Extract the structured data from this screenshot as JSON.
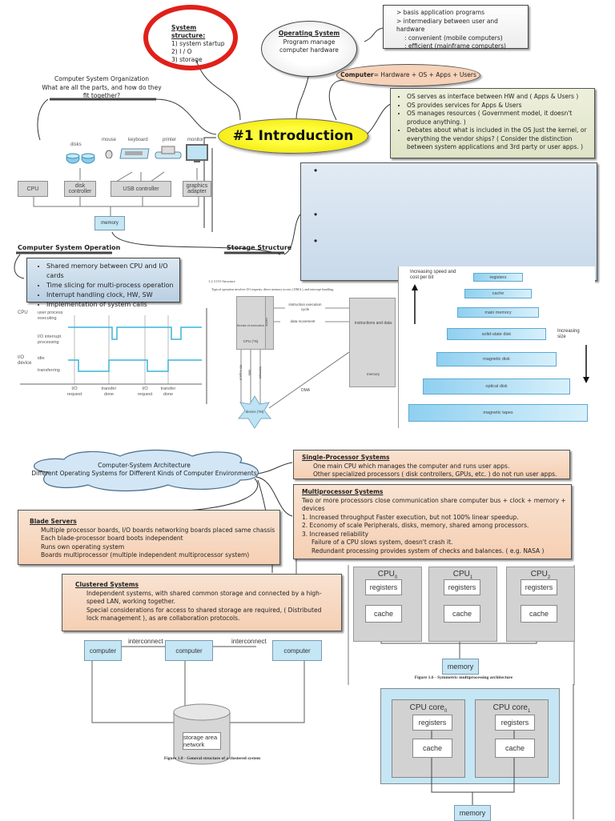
{
  "title_node": {
    "label": "#1 Introduction"
  },
  "system_structure": {
    "title": "System structure:",
    "items": [
      "1) system startup",
      "2) I / O",
      "3) storage"
    ],
    "highlight_color": "#e0201a"
  },
  "operating_system": {
    "title": "Operating System",
    "text": "Program manage computer hardware"
  },
  "os_details": {
    "lines": [
      "> basis application programs",
      "> intermediary between user and hardware",
      ": convenient (mobile computers)",
      ": efficient (mainframe computers)"
    ]
  },
  "computer_formula": {
    "bold": "Computer",
    "rest": " = Hardware + OS + Apps + Users"
  },
  "os_bullets": [
    "OS serves as interface between HW and ( Apps & Users )",
    "OS provides services for Apps & Users",
    "OS manages resources ( Government model, it doesn't produce anything. )",
    "Debates about what is included in the OS Just the kernel, or everything the vendor ships? ( Consider the distinction between system applications and 3rd party or user apps. )"
  ],
  "storage_bullets": [
    "",
    "",
    ""
  ],
  "organization": {
    "title": "Computer System Organization",
    "subtitle": "What are all the parts, and how do they fit together?",
    "devices": [
      "disks",
      "mouse",
      "keyboard",
      "printer",
      "monitor"
    ],
    "controllers": [
      "CPU",
      "disk controller",
      "USB controller",
      "graphics adapter"
    ],
    "memory": "memory"
  },
  "operation": {
    "title": "Computer System Operation",
    "bullets": [
      "Shared memory between CPU and I/O cards",
      "Time slicing for multi-process operation",
      "Interrupt handling clock, HW, SW",
      "Implementation of system calls"
    ]
  },
  "storage_structure": {
    "title": "Storage Structure"
  },
  "timing_diagram": {
    "cpu_label": "CPU",
    "cpu_states": [
      "user process executing",
      "I/O interrupt processing"
    ],
    "io_label": "I/O device",
    "io_states": [
      "idle",
      "transferring"
    ],
    "events": [
      "I/O request",
      "transfer done",
      "I/O request",
      "transfer done"
    ]
  },
  "io_structure": {
    "heading": "1.2.3 I/O Structure",
    "caption": "Typical operation involves I/O requests, direct memory access ( DMA ), and interrupt handling.",
    "thread": "thread of execution",
    "cache": "cache",
    "cpu": "CPU (*N)",
    "instr_cycle": "instruction execution cycle",
    "data_movement": "data movement",
    "memory_text": "instructions and data",
    "memory": "memory",
    "io_request": "I/O request",
    "data": "data",
    "interrupt": "interrupt",
    "dma": "DMA",
    "device": "device (*M)"
  },
  "hierarchy": {
    "speed_label": "Increasing speed and cost per bit",
    "size_label": "Increasing size",
    "tiers": [
      "registers",
      "cache",
      "main memory",
      "solid-state disk",
      "magnetic disk",
      "optical disk",
      "magnetic tapes"
    ]
  },
  "architecture": {
    "line1": "Computer-System Architecture",
    "line2": "Different Operating Systems for Different Kinds of Computer Environments"
  },
  "single_processor": {
    "title": "Single-Processor Systems",
    "lines": [
      "One main CPU which manages the computer and runs user apps.",
      "Other specialized processors ( disk controllers, GPUs, etc. ) do not run user apps."
    ]
  },
  "multiprocessor": {
    "title": "Multiprocessor Systems",
    "lines": [
      "Two or more processors close communication share computer bus + clock + memory + devices",
      "1. Increased throughput Faster execution, but not 100% linear speedup.",
      "2. Economy of scale Peripherals, disks, memory, shared among processors.",
      "3. Increased reliability"
    ],
    "sub": [
      "Failure of a CPU slows system, doesn't crash it.",
      "Redundant processing provides system of checks and balances. ( e.g. NASA )"
    ]
  },
  "blade_servers": {
    "title": "Blade Servers",
    "lines": [
      "Multiple processor boards, I/O boards networking boards placed same chassis",
      "Each blade-processor board boots independent",
      "Runs own operating system",
      "Boards multiprocessor (multiple independent multiprocessor system)"
    ]
  },
  "clustered": {
    "title": "Clustered Systems",
    "lines": [
      "Independent systems, with shared common storage and connected by a high-speed LAN, working together.",
      "Special considerations for access to shared storage are required, ( Distributed lock management ), as are collaboration protocols."
    ]
  },
  "cluster_figure": {
    "computers": [
      "computer",
      "computer",
      "computer"
    ],
    "links": [
      "interconnect",
      "interconnect"
    ],
    "storage": "storage area network",
    "caption": "Figure 1.8 - General structure of a clustered system"
  },
  "smp_figure": {
    "cpus": [
      "CPU",
      "CPU",
      "CPU"
    ],
    "subs": [
      "0",
      "1",
      "2"
    ],
    "registers": "registers",
    "cache": "cache",
    "memory": "memory",
    "caption": "Figure 1.6 - Symmetric multiprocessing architecture"
  },
  "dualcore_figure": {
    "cores": [
      "CPU core",
      "CPU core"
    ],
    "subs": [
      "0",
      "1"
    ],
    "registers": "registers",
    "cache": "cache",
    "memory": "memory"
  }
}
